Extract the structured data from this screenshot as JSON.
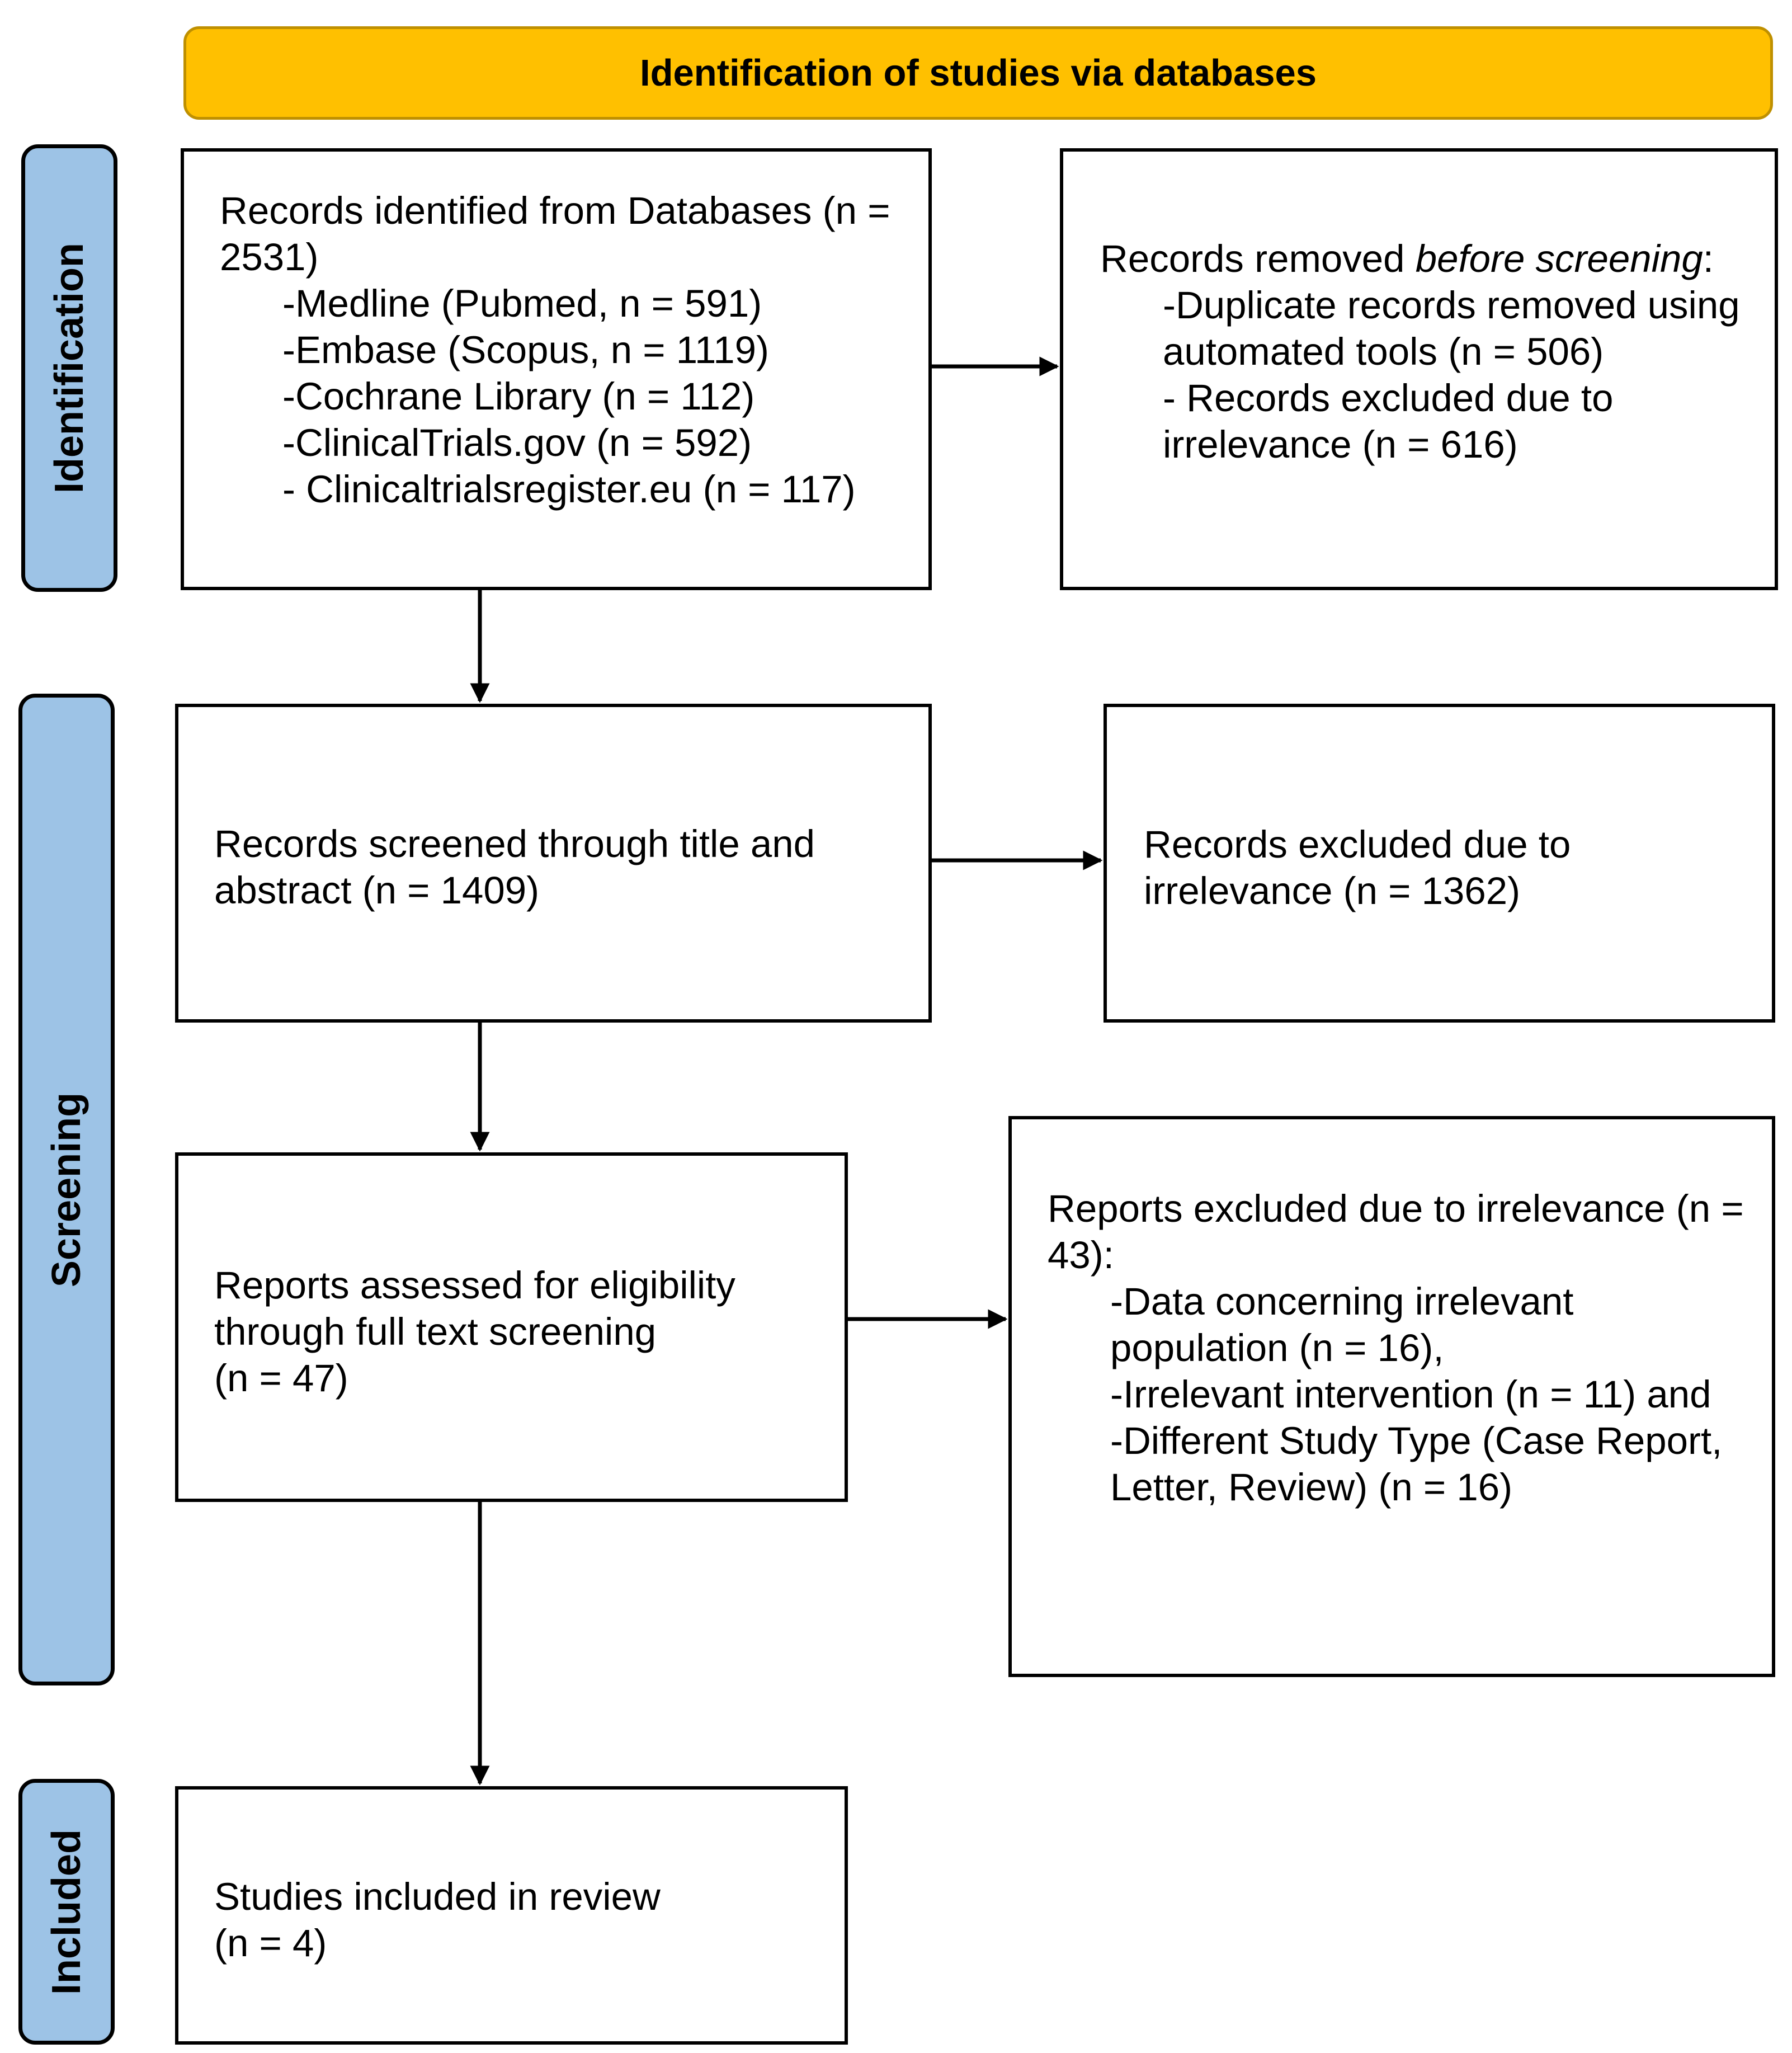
{
  "header": {
    "title": "Identification of studies via databases"
  },
  "phases": {
    "identification": "Identification",
    "screening": "Screening",
    "included": "Included"
  },
  "boxes": {
    "records_identified": {
      "title": "Records identified from Databases (n = 2531)",
      "items": [
        "-Medline (Pubmed, n = 591)",
        "-Embase (Scopus, n = 1119)",
        "-Cochrane Library (n = 112)",
        "-ClinicalTrials.gov (n = 592)",
        "- Clinicaltrialsregister.eu (n = 117)"
      ]
    },
    "records_removed": {
      "title_prefix": "Records removed ",
      "title_italic": "before screening",
      "title_suffix": ":",
      "items": [
        "-Duplicate records removed using automated tools (n = 506)",
        "- Records excluded due to irrelevance (n = 616)"
      ]
    },
    "records_screened": {
      "text": "Records screened through title and abstract (n = 1409)"
    },
    "records_excluded": {
      "text": "Records excluded due to irrelevance (n = 1362)"
    },
    "reports_assessed": {
      "line1": "Reports assessed for eligibility through full text screening",
      "line2": "(n = 47)"
    },
    "reports_excluded": {
      "title": "Reports excluded due to irrelevance (n = 43):",
      "items": [
        "-Data concerning irrelevant population (n = 16),",
        "-Irrelevant intervention (n = 11) and",
        "-Different Study Type (Case Report, Letter, Review) (n = 16)"
      ]
    },
    "studies_included": {
      "line1": "Studies included in review",
      "line2": "(n = 4)"
    }
  }
}
